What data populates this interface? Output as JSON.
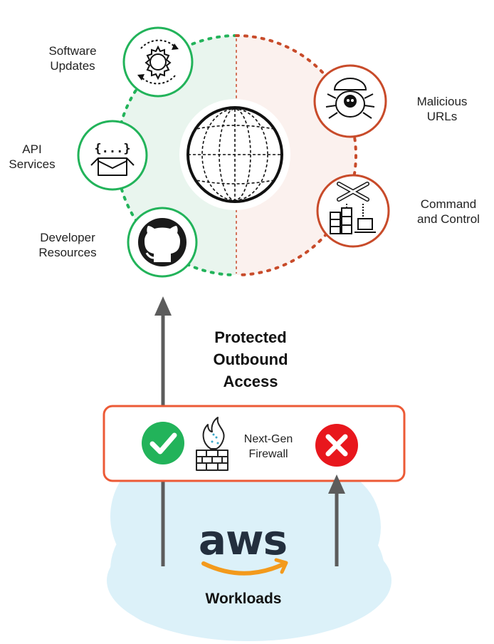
{
  "left_services": [
    {
      "line1": "Software",
      "line2": "Updates",
      "icon": "gear-sync-icon"
    },
    {
      "line1": "API",
      "line2": "Services",
      "icon": "api-box-icon"
    },
    {
      "line1": "Developer",
      "line2": "Resources",
      "icon": "github-icon"
    }
  ],
  "right_threats": [
    {
      "line1": "Malicious",
      "line2": "URLs",
      "icon": "skull-bug-icon"
    },
    {
      "line1": "Command",
      "line2": "and Control",
      "icon": "c2-servers-icon"
    }
  ],
  "center": {
    "icon": "globe-icon"
  },
  "protected_access": {
    "line1": "Protected",
    "line2": "Outbound",
    "line3": "Access"
  },
  "firewall": {
    "line1": "Next-Gen",
    "line2": "Firewall",
    "icon": "firewall-flame-icon"
  },
  "allowed_icon": "checkmark-icon",
  "blocked_icon": "x-icon",
  "cloud": {
    "brand": "aws",
    "label": "Workloads"
  },
  "colors": {
    "allow": "#22b35a",
    "block": "#c84b2a",
    "firewall_border": "#ec5a36",
    "cloud_fill": "#dcf1f9",
    "arrow": "#5c5c5c",
    "aws_smile": "#f39a1c"
  }
}
